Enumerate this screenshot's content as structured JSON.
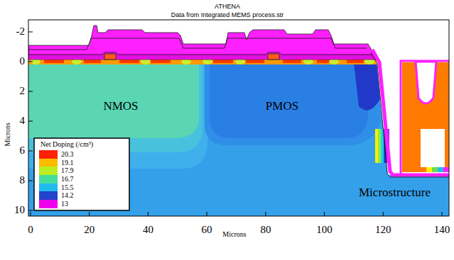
{
  "diagram": {
    "title": "ATHENA",
    "labels": [
      "Data from Integrated MEMS process.str",
      "-2",
      "0",
      "2",
      "4",
      "6",
      "8",
      "10",
      "0",
      "20",
      "40",
      "60",
      "80",
      "100",
      "120",
      "140",
      "Microns",
      "Microns",
      "NMOS",
      "PMOS",
      "Microstructure",
      "Net Doping (/cm³)"
    ],
    "legend": [
      {
        "text": "20.3",
        "color": "#ff2200"
      },
      {
        "text": "19.1",
        "color": "#ffbb00"
      },
      {
        "text": "17.9",
        "color": "#bbee22"
      },
      {
        "text": "16.7",
        "color": "#44dd99"
      },
      {
        "text": "15.5",
        "color": "#22bbee"
      },
      {
        "text": "14.2",
        "color": "#2244cc"
      },
      {
        "text": "13",
        "color": "#ee00ee"
      }
    ]
  }
}
